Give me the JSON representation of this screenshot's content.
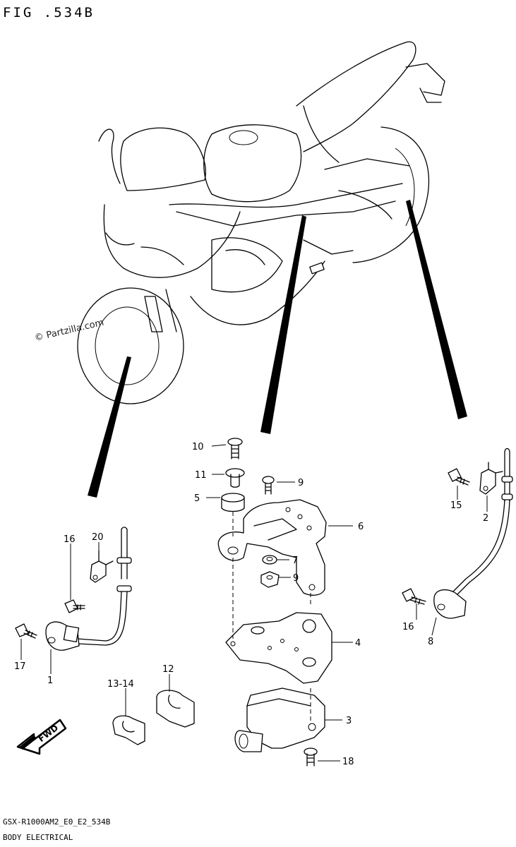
{
  "figure": {
    "title": "FIG .534B",
    "watermark": "© Partzilla.com",
    "footer_code": "GSX-R1000AM2_E0_E2_534B",
    "footer_name": "BODY ELECTRICAL"
  },
  "callouts": [
    "1",
    "2",
    "3",
    "4",
    "5",
    "6",
    "7",
    "8",
    "9",
    "10",
    "11",
    "12",
    "13-14",
    "15",
    "16",
    "16",
    "17",
    "18",
    "20"
  ],
  "fwd_label": "FWD",
  "icons": {
    "motorcycle": "motorcycle-outline",
    "fwd_arrow": "arrow-left-icon"
  }
}
